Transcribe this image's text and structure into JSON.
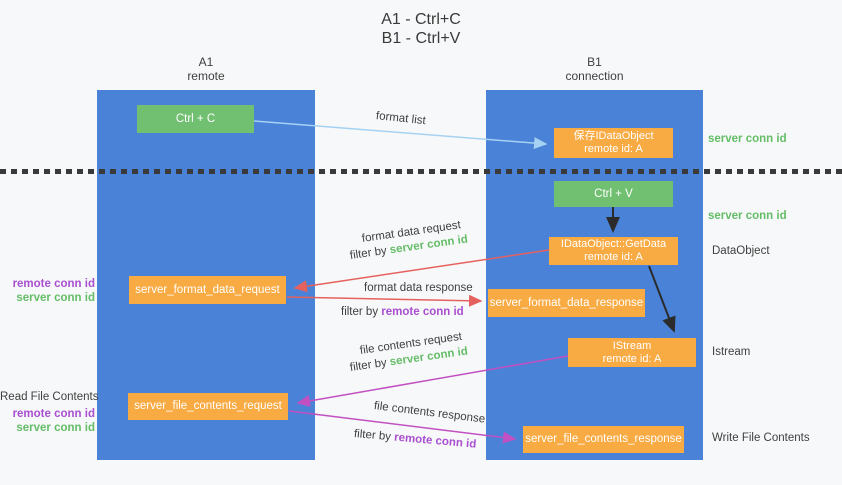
{
  "title": {
    "line1": "A1 - Ctrl+C",
    "line2": "B1 - Ctrl+V"
  },
  "columns": {
    "left": {
      "name": "A1",
      "subtitle": "remote"
    },
    "right": {
      "name": "B1",
      "subtitle": "connection"
    }
  },
  "nodes": {
    "ctrl_c": {
      "label": "Ctrl + C"
    },
    "save_idataobject": {
      "line1": "保存IDataObject",
      "line2": "remote id: A"
    },
    "ctrl_v": {
      "label": "Ctrl + V"
    },
    "idataobject_getdata": {
      "line1": "IDataObject::GetData",
      "line2": "remote id: A"
    },
    "server_format_data_request": {
      "label": "server_format_data_request"
    },
    "server_format_data_response": {
      "label": "server_format_data_response"
    },
    "istream": {
      "line1": "IStream",
      "line2": "remote id: A"
    },
    "server_file_contents_request": {
      "label": "server_file_contents_request"
    },
    "server_file_contents_response": {
      "label": "server_file_contents_response"
    }
  },
  "arrow_labels": {
    "format_list": "format list",
    "format_data_request": "format data request",
    "format_data_response": "format data response",
    "file_contents_request": "file contents request",
    "file_contents_response": "file contents response",
    "filter_by": "filter by",
    "server_conn_id": "server conn id",
    "remote_conn_id": "remote conn id"
  },
  "side_labels": {
    "server_conn_id_top": "server conn id",
    "server_conn_id_mid": "server conn id",
    "dataobject": "DataObject",
    "istream": "Istream",
    "write_file_contents": "Write File Contents",
    "read_file_contents": "Read File Contents",
    "remote_conn_id": "remote conn id",
    "server_conn_id": "server conn id"
  },
  "colors": {
    "column_blue": "#4a82d8",
    "box_green": "#71bf71",
    "box_orange": "#f8aa43",
    "arrow_red": "#e5615e",
    "arrow_magenta": "#c250c2",
    "arrow_light_blue": "#a5d2f3",
    "arrow_black": "#2b2b2b",
    "label_green": "#65bd68",
    "label_purple": "#a94fd0",
    "text_dark": "#3f3f3f"
  }
}
